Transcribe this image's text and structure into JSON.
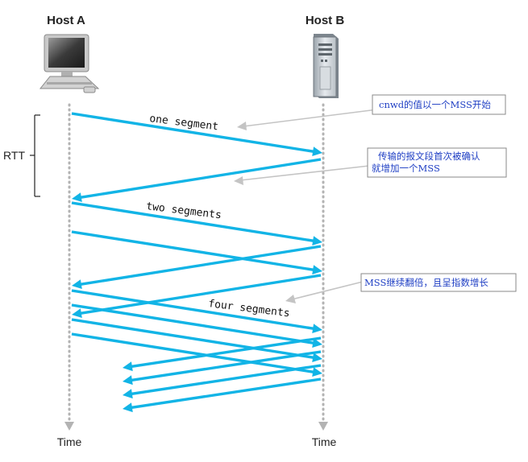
{
  "hosts": {
    "a_label": "Host A",
    "b_label": "Host B"
  },
  "time_labels": {
    "left": "Time",
    "right": "Time"
  },
  "rtt_label": "RTT",
  "segment_labels": {
    "one": "one segment",
    "two": "two segments",
    "four": "four segments"
  },
  "notes": {
    "note1": "cnwd的值以一个MSS开始",
    "note2_line1": "传输的报文段首次被确认",
    "note2_line2": "就增加一个MSS",
    "note3": "MSS继续翻倍，且呈指数增长"
  },
  "colors": {
    "segment_arrow": "#12b4e6",
    "note_text": "#1f3fc4",
    "timeline": "#b3b3b3",
    "pointer": "#c4c4c4"
  },
  "icons": {
    "host_a": "desktop-computer-icon",
    "host_b": "server-tower-icon"
  }
}
